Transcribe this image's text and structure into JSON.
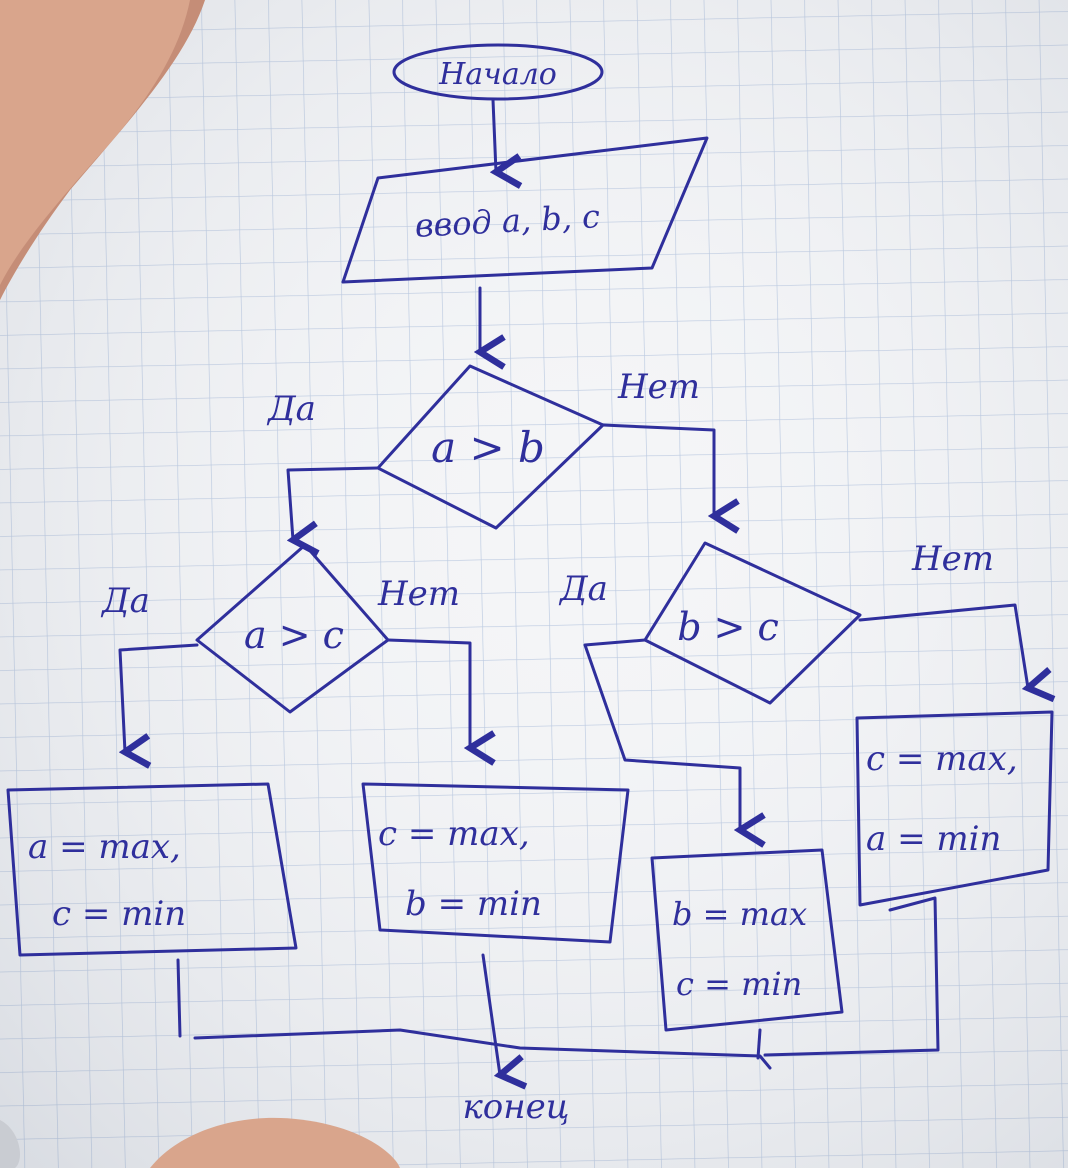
{
  "palette": {
    "ink": "#2f2f9c",
    "paper": "#f4f5f7",
    "grid": "#b9c8e0",
    "skin": "#d9a58c",
    "skin_shadow": "#b47a66"
  },
  "flowchart": {
    "start": "Начало",
    "input": "ввод a, b, c",
    "decisions": {
      "top": "a > b",
      "left": "a > c",
      "right": "b > c"
    },
    "branch_labels": {
      "yes_top": "Да",
      "no_top": "Нет",
      "yes_left": "Да",
      "no_left": "Нет",
      "yes_right": "Да",
      "no_right": "Нет"
    },
    "results": {
      "box1_line1": "a = max,",
      "box1_line2": "c = min",
      "box2_line1": "c = max,",
      "box2_line2": "b = min",
      "box3_line1": "b = max",
      "box3_line2": "c = min",
      "box4_line1": "c = max,",
      "box4_line2": "a = min"
    },
    "end": "конец"
  }
}
